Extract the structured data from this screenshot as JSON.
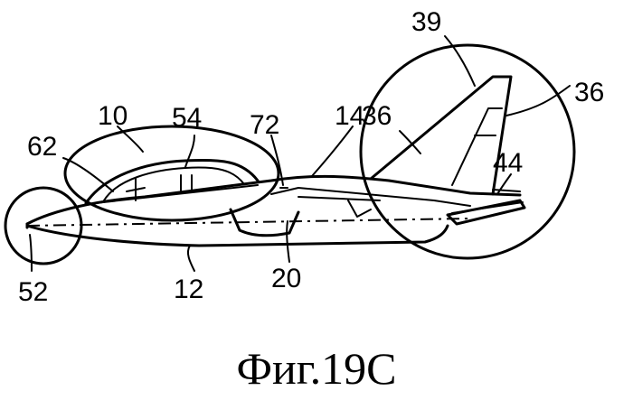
{
  "figure": {
    "caption": "Фиг.19C",
    "labels": {
      "l39": "39",
      "l36a": "36",
      "l36b": "36",
      "l10": "10",
      "l54": "54",
      "l62": "62",
      "l72": "72",
      "l14": "14",
      "l44": "44",
      "l52": "52",
      "l12": "12",
      "l20": "20"
    }
  }
}
